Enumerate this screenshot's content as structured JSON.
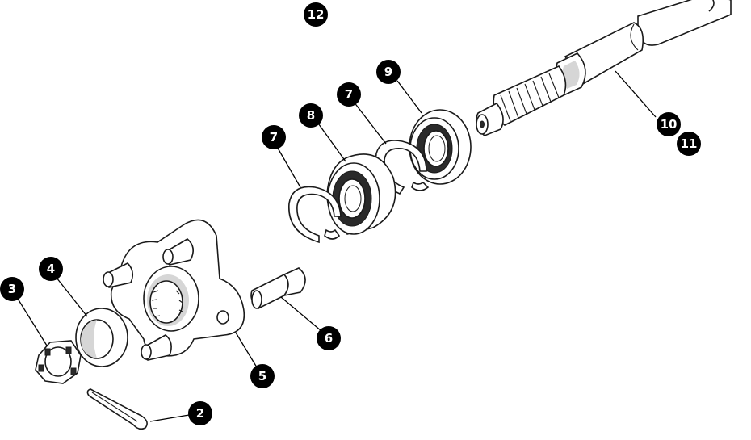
{
  "callouts": [
    {
      "id": "c12",
      "label": "12"
    },
    {
      "id": "c9",
      "label": "9"
    },
    {
      "id": "c7a",
      "label": "7"
    },
    {
      "id": "c8",
      "label": "8"
    },
    {
      "id": "c7b",
      "label": "7"
    },
    {
      "id": "c10",
      "label": "10"
    },
    {
      "id": "c11",
      "label": "11"
    },
    {
      "id": "c4",
      "label": "4"
    },
    {
      "id": "c3",
      "label": "3"
    },
    {
      "id": "c6",
      "label": "6"
    },
    {
      "id": "c5",
      "label": "5"
    },
    {
      "id": "c2",
      "label": "2"
    }
  ],
  "colors": {
    "ink": "#000000",
    "paper": "#ffffff",
    "shade": "#d6d6d6"
  }
}
